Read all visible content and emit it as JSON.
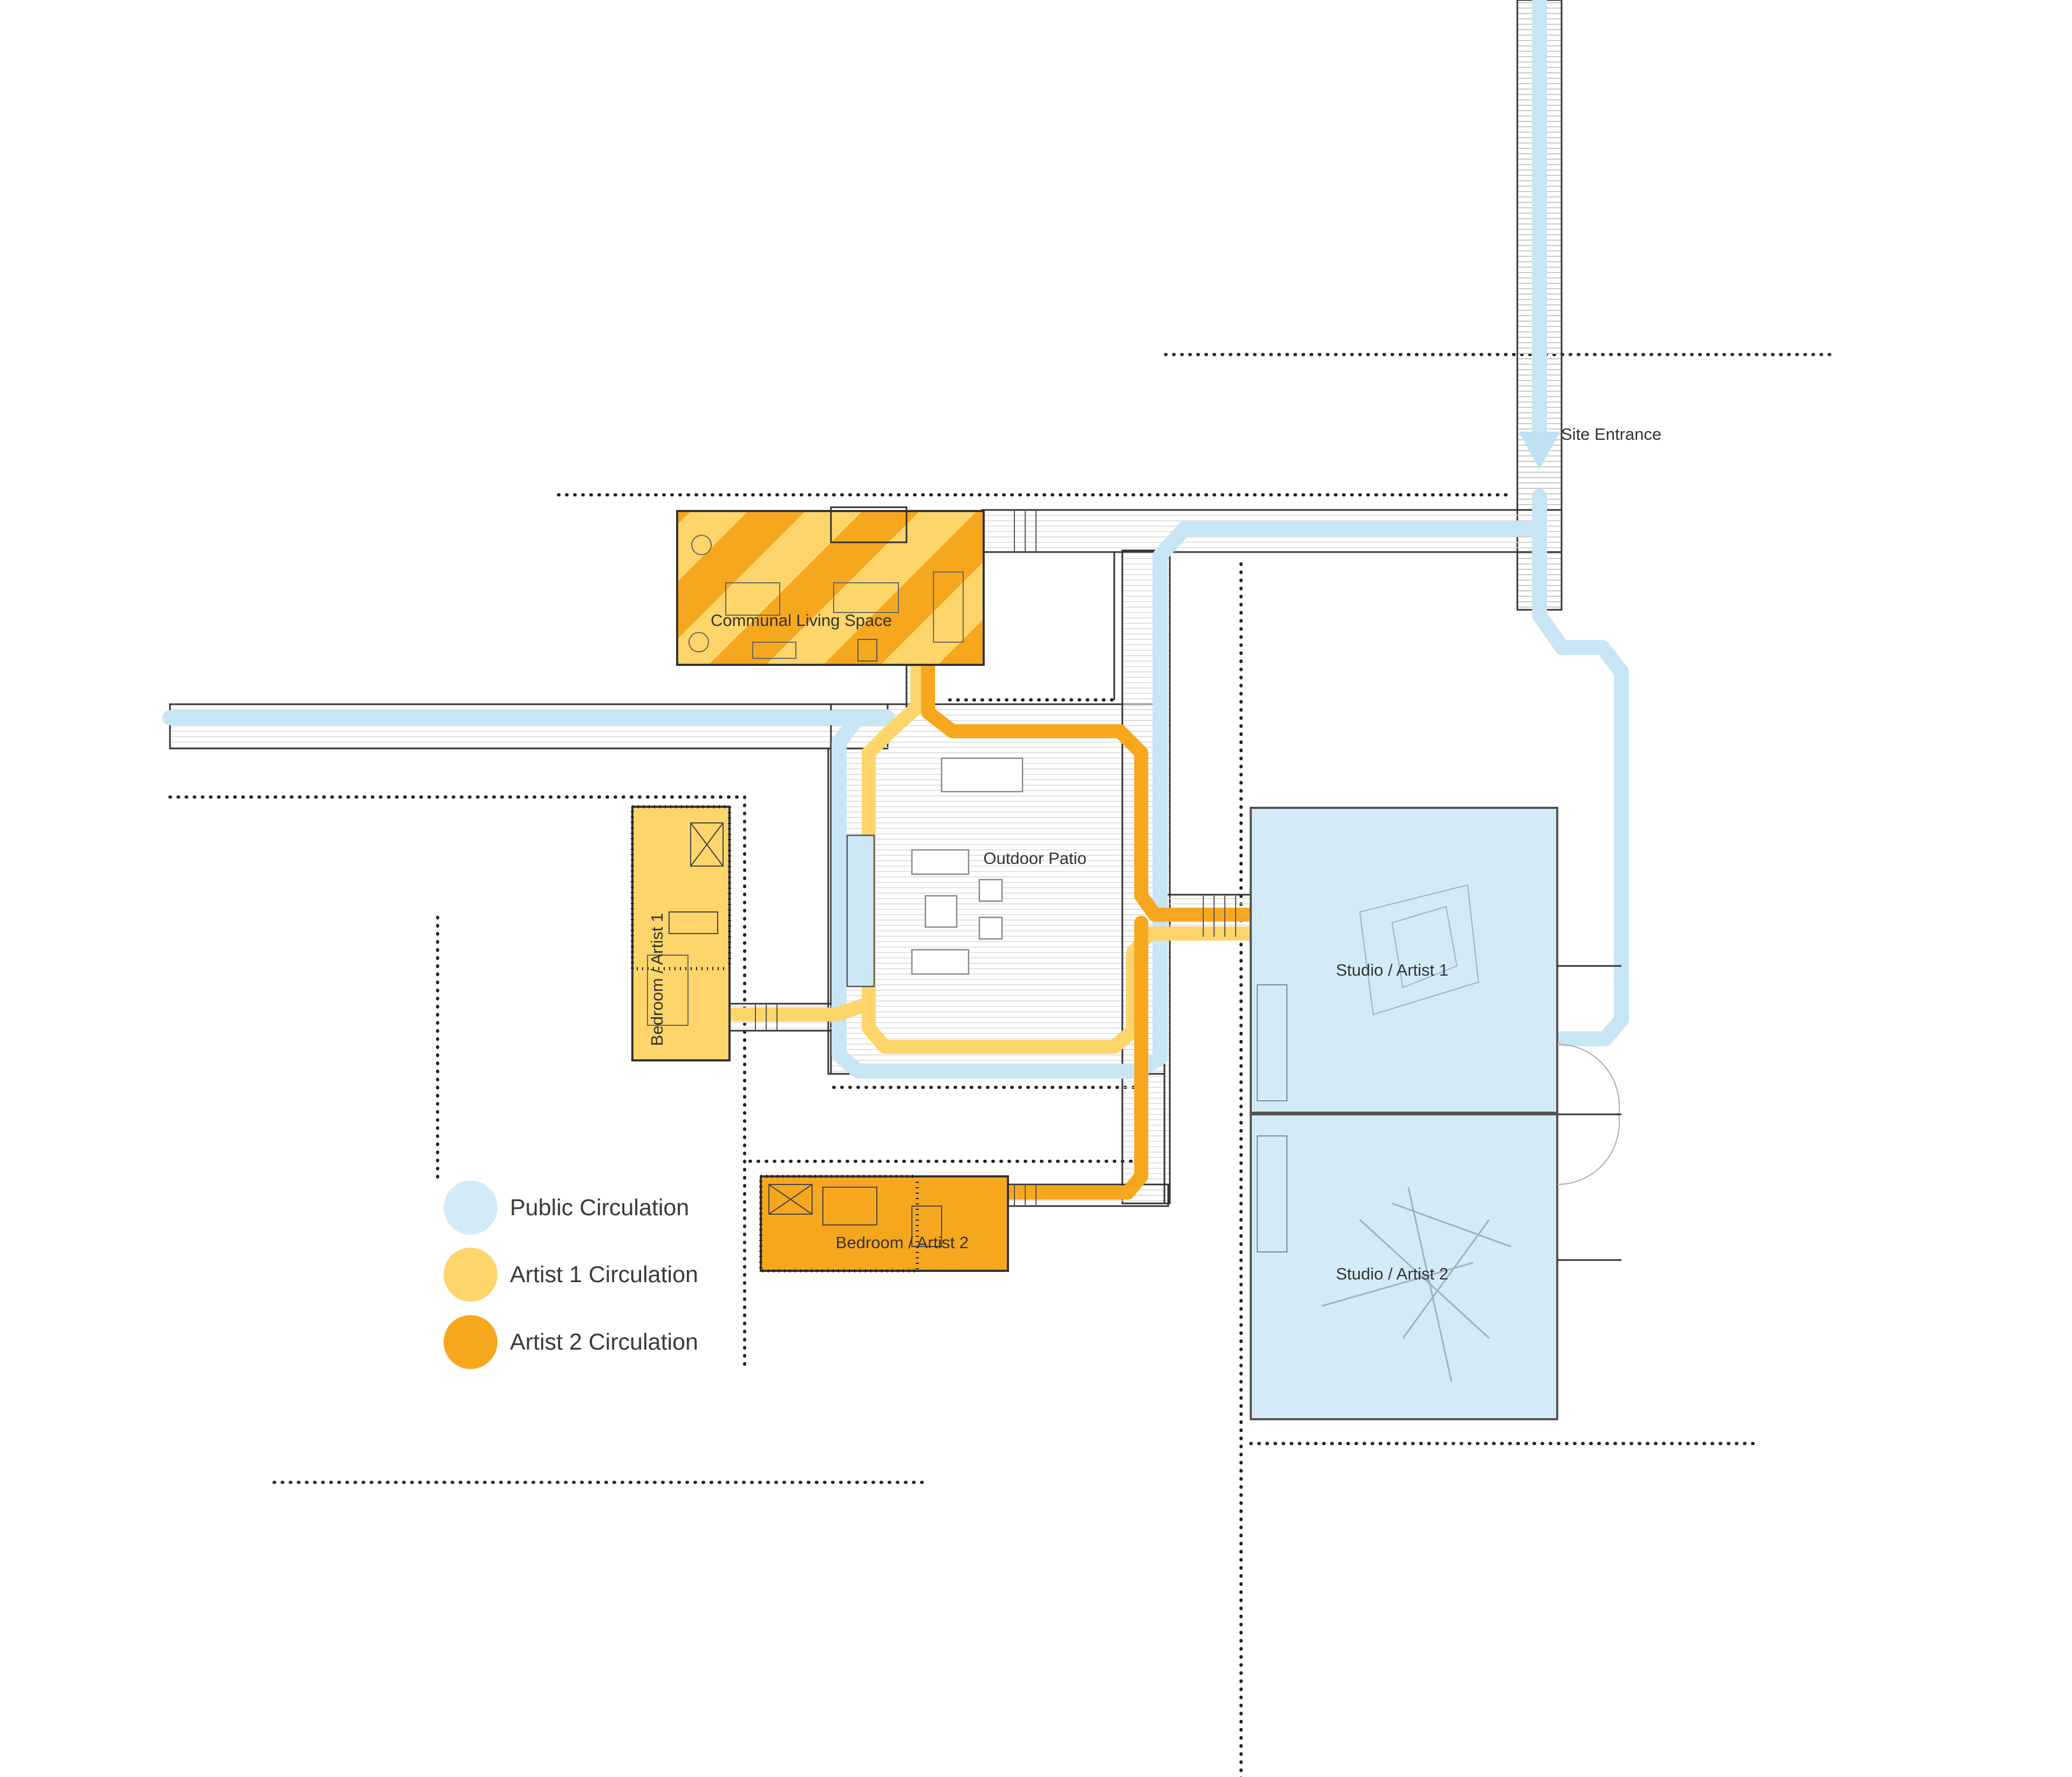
{
  "colors": {
    "public": "#d4ebf7",
    "public_stroke": "#c5e4f3",
    "artist1": "#fdd56a",
    "artist2": "#f7a71e",
    "line": "#333333"
  },
  "labels": {
    "site_entrance": "Site Entrance",
    "communal": "Communal Living Space",
    "patio": "Outdoor Patio",
    "bedroom1": "Bedroom / Artist 1",
    "bedroom2": "Bedroom / Artist 2",
    "studio1": "Studio / Artist 1",
    "studio2": "Studio / Artist 2"
  },
  "legend": [
    {
      "label": "Public Circulation",
      "color": "#d4ebf7"
    },
    {
      "label": "Artist 1 Circulation",
      "color": "#fdd56a"
    },
    {
      "label": "Artist 2 Circulation",
      "color": "#f7a71e"
    }
  ]
}
